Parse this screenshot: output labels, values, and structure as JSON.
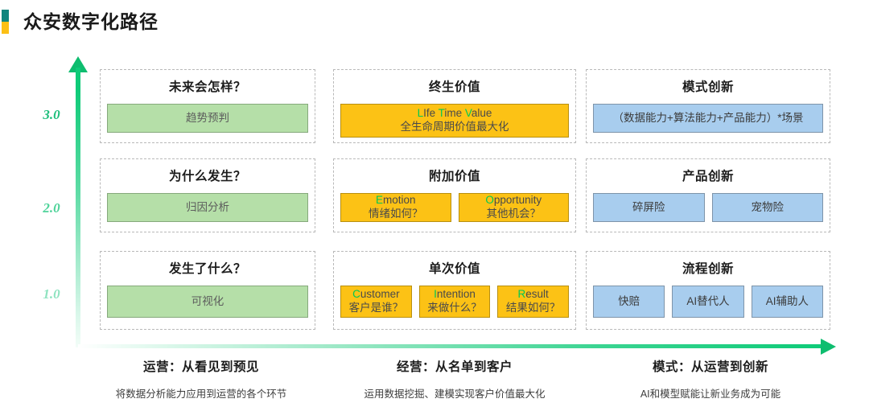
{
  "header": {
    "title": "众安数字化路径",
    "accent_top": "#10857e",
    "accent_bottom": "#fcc015"
  },
  "axes": {
    "y_labels": [
      "3.0",
      "2.0",
      "1.0"
    ],
    "y_axis_color": "#0ecb78",
    "x_axis_color": "#0ecb78"
  },
  "rows": [
    {
      "level": "3.0",
      "cards": [
        {
          "title": "未来会怎样？",
          "color": "green",
          "chips": [
            {
              "single": "趋势预判"
            }
          ]
        },
        {
          "title": "终生价值",
          "color": "yellow",
          "chips": [
            {
              "en_prefix": "L",
              "en_rest": "Ife ",
              "en_prefix2": "T",
              "en_rest2": "ime ",
              "en_prefix3": "V",
              "en_rest3": "alue",
              "cn": "全生命周期价值最大化"
            }
          ]
        },
        {
          "title": "模式创新",
          "color": "blue",
          "chips": [
            {
              "single": "（数据能力+算法能力+产品能力）*场景"
            }
          ]
        }
      ]
    },
    {
      "level": "2.0",
      "cards": [
        {
          "title": "为什么发生？",
          "color": "green",
          "chips": [
            {
              "single": "归因分析"
            }
          ]
        },
        {
          "title": "附加价值",
          "color": "yellow",
          "chips": [
            {
              "en_prefix": "E",
              "en_rest": "motion",
              "cn": "情绪如何？"
            },
            {
              "en_prefix": "O",
              "en_rest": "pportunity",
              "cn": "其他机会？"
            }
          ]
        },
        {
          "title": "产品创新",
          "color": "blue",
          "chips": [
            {
              "single": "碎屏险"
            },
            {
              "single": "宠物险"
            }
          ]
        }
      ]
    },
    {
      "level": "1.0",
      "cards": [
        {
          "title": "发生了什么？",
          "color": "green",
          "chips": [
            {
              "single": "可视化"
            }
          ]
        },
        {
          "title": "单次价值",
          "color": "yellow",
          "chips": [
            {
              "en_prefix": "C",
              "en_rest": "ustomer",
              "cn": "客户是谁？"
            },
            {
              "en_prefix": "I",
              "en_rest": "ntention",
              "cn": "来做什么？"
            },
            {
              "en_prefix": "R",
              "en_rest": "esult",
              "cn": "结果如何？"
            }
          ]
        },
        {
          "title": "流程创新",
          "color": "blue",
          "chips": [
            {
              "single": "快赔"
            },
            {
              "single": "AI替代人"
            },
            {
              "single": "AI辅助人"
            }
          ]
        }
      ]
    }
  ],
  "footer": [
    {
      "title": "运营：从看见到预见",
      "subtitle": "将数据分析能力应用到运营的各个环节"
    },
    {
      "title": "经营：从名单到客户",
      "subtitle": "运用数据挖掘、建模实现客户价值最大化"
    },
    {
      "title": "模式：从运营到创新",
      "subtitle": "AI和模型赋能让新业务成为可能"
    }
  ],
  "chart_data": {
    "type": "table",
    "title": "众安数字化路径",
    "xlabel": "",
    "ylabel": "",
    "rows": [
      "1.0",
      "2.0",
      "3.0"
    ],
    "columns": [
      "运营：从看见到预见",
      "经营：从名单到客户",
      "模式：从运营到创新"
    ],
    "cells": [
      [
        "发生了什么？ / 可视化",
        "单次价值 / Customer 客户是谁？, Intention 来做什么？, Result 结果如何？",
        "流程创新 / 快赔, AI替代人, AI辅助人"
      ],
      [
        "为什么发生？ / 归因分析",
        "附加价值 / Emotion 情绪如何？, Opportunity 其他机会？",
        "产品创新 / 碎屏险, 宠物险"
      ],
      [
        "未来会怎样？ / 趋势预判",
        "终生价值 / LIfe Time Value 全生命周期价值最大化",
        "模式创新 / （数据能力+算法能力+产品能力）*场景"
      ]
    ]
  }
}
